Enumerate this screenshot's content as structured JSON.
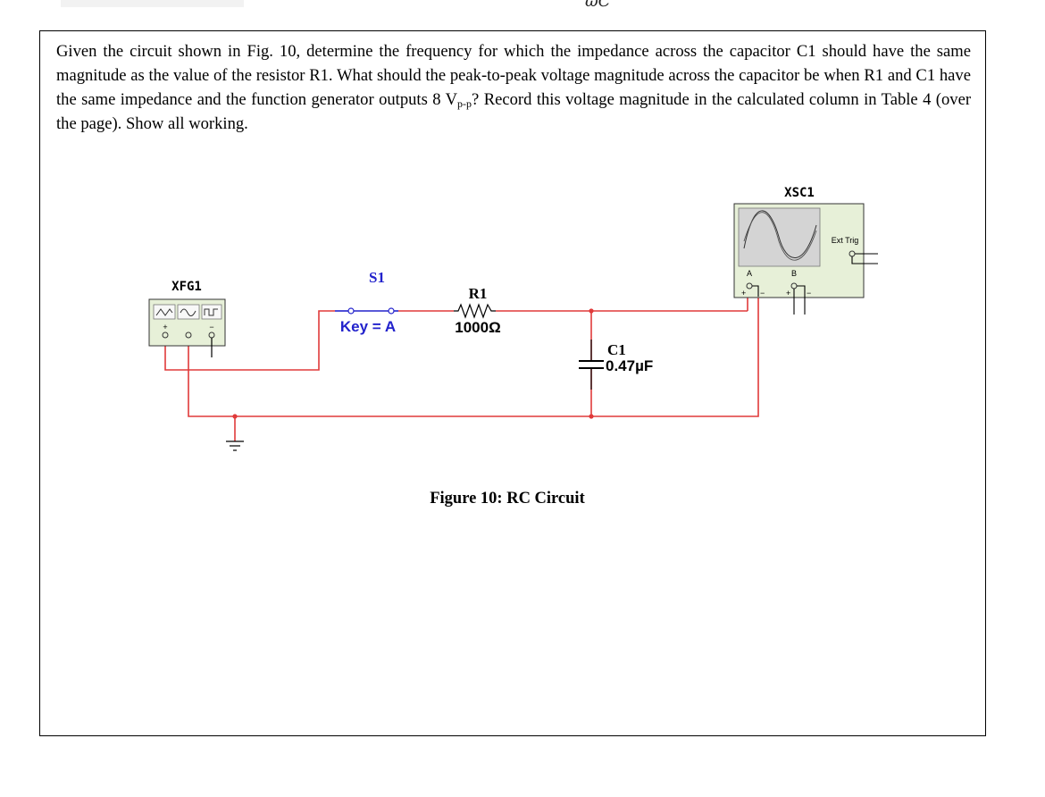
{
  "header_fragment": "ωC",
  "question": {
    "part1": "Given the circuit shown in Fig. 10, determine the frequency for which the impedance across the capacitor C1 should have the same magnitude as the value of the resistor R1. What should the peak-to-peak voltage magnitude across the capacitor be when R1 and C1 have the same impedance and the function generator outputs 8 V",
    "sub": "p-p",
    "part2": "? Record this voltage magnitude in the calculated column in Table 4 (over the page). Show all working."
  },
  "circuit": {
    "generator_label": "XFG1",
    "generator_plus": "+",
    "generator_minus": "−",
    "switch_label": "S1",
    "switch_key": "Key = A",
    "resistor_label": "R1",
    "resistor_value": "1000Ω",
    "capacitor_label": "C1",
    "capacitor_value": "0.47µF",
    "scope_label": "XSC1",
    "scope_ext_trig": "Ext Trig",
    "scope_channel_a": "A",
    "scope_channel_b": "B",
    "scope_plus": "+",
    "scope_minus": "−",
    "wire_color": "#e03a3a",
    "switch_color": "#2222cc"
  },
  "caption": "Figure 10: RC Circuit"
}
